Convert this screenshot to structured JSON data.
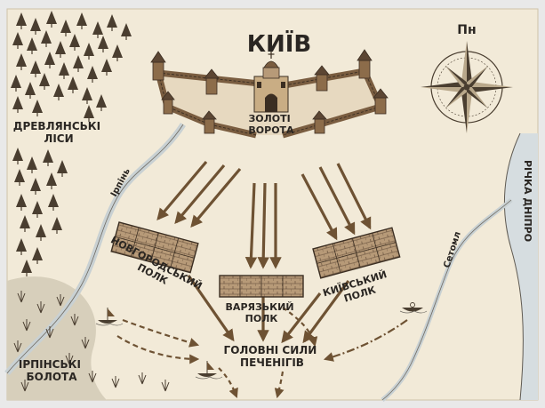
{
  "title": "КИЇВ",
  "compass_label": "Пн",
  "labels": {
    "drevlianski_lisy": [
      "ДРЕВЛЯНСЬКІ",
      "ЛІСИ"
    ],
    "zoloti_vorota": [
      "ЗОЛОТІ",
      "ВОРОТА"
    ],
    "irpin": "Ірпінь",
    "dnipro": "РІЧКА ДНІПРО",
    "setoml": "Сетомл",
    "novhorodskyi_polk": [
      "НОВГОРОДСЬКИЙ",
      "ПОЛК"
    ],
    "variazkyi_polk": [
      "ВАРЯЗЬКИЙ",
      "ПОЛК"
    ],
    "kyivskyi_polk": [
      "КИЇВСЬКИЙ",
      "ПОЛК"
    ],
    "holovni_syly": [
      "ГОЛОВНІ СИЛИ",
      "ПЕЧЕНІГІВ"
    ],
    "irpinski_bolota": [
      "ІРПІНСЬКІ",
      "БОЛОТА"
    ]
  },
  "colors": {
    "parchment": "#f2ead8",
    "ink": "#2a2622",
    "arrow": "#6e5233",
    "river": "#d6dde0",
    "marsh": "#d7cfbb",
    "compass_dark": "#4a3e30"
  },
  "icons": [
    "forest-tree-icon",
    "fortress-wall-icon",
    "golden-gate-icon",
    "compass-rose-icon",
    "regiment-block-icon",
    "boat-icon",
    "reed-icon",
    "attack-arrow-icon",
    "dashed-flank-arrow-icon"
  ]
}
